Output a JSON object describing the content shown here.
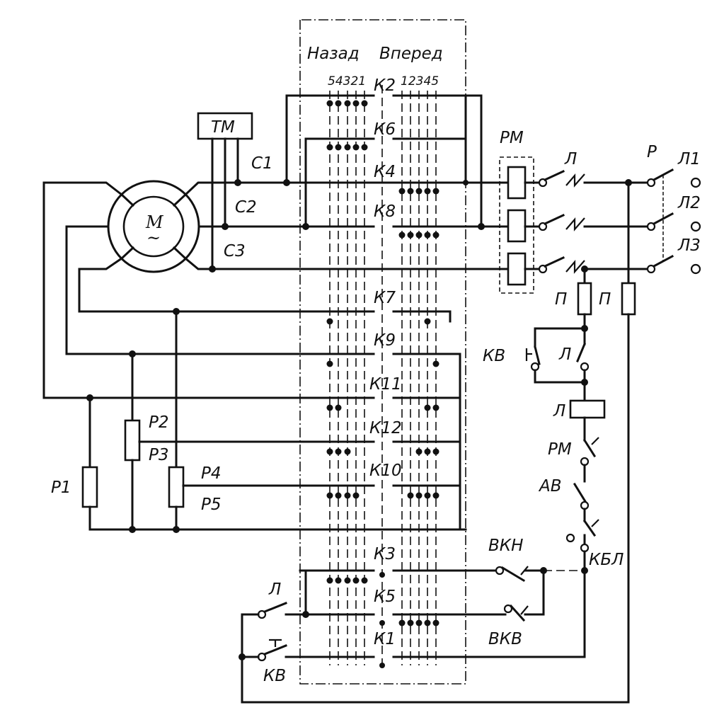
{
  "controller": {
    "back_label": "Назад",
    "forward_label": "Вперед",
    "back_positions": "54321",
    "forward_positions": "12345",
    "contacts": [
      "К2",
      "К6",
      "К4",
      "К8",
      "К7",
      "К9",
      "К11",
      "К12",
      "К10",
      "К3",
      "К5",
      "К1"
    ]
  },
  "motor": {
    "symbol": "M",
    "wave": "~",
    "brake_label": "ТМ"
  },
  "stator_leads": [
    "С1",
    "С2",
    "С3"
  ],
  "resistors": [
    "Р1",
    "Р2",
    "Р3",
    "Р4",
    "Р5"
  ],
  "supply": {
    "switch": "Р",
    "lines": [
      "Л1",
      "Л2",
      "Л3"
    ]
  },
  "overcurrent_relay": "РМ",
  "line_contactor_contact": "Л",
  "fuses": [
    "П",
    "П"
  ],
  "control_circuit": {
    "kv_contact": "КВ",
    "l_contact": "Л",
    "l_coil": "Л",
    "rm_contact": "РМ",
    "av_switch": "АВ",
    "kbl_switch": "КБЛ",
    "vkn_switch": "ВКН",
    "vkv_switch": "ВКВ",
    "bottom_l_contact": "Л",
    "bottom_kv_button": "КВ"
  }
}
